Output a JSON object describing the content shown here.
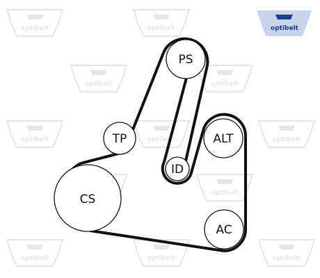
{
  "brand": {
    "logo_text": "optibelt",
    "logo_color": "#1e3a8a",
    "logo_bg": "#c7d5ec",
    "watermark_color": "#e6e6e6"
  },
  "diagram": {
    "belt_color": "#111111",
    "pulleys": {
      "ps": "PS",
      "tp": "TP",
      "id": "ID",
      "alt": "ALT",
      "cs": "CS",
      "ac": "AC"
    }
  }
}
